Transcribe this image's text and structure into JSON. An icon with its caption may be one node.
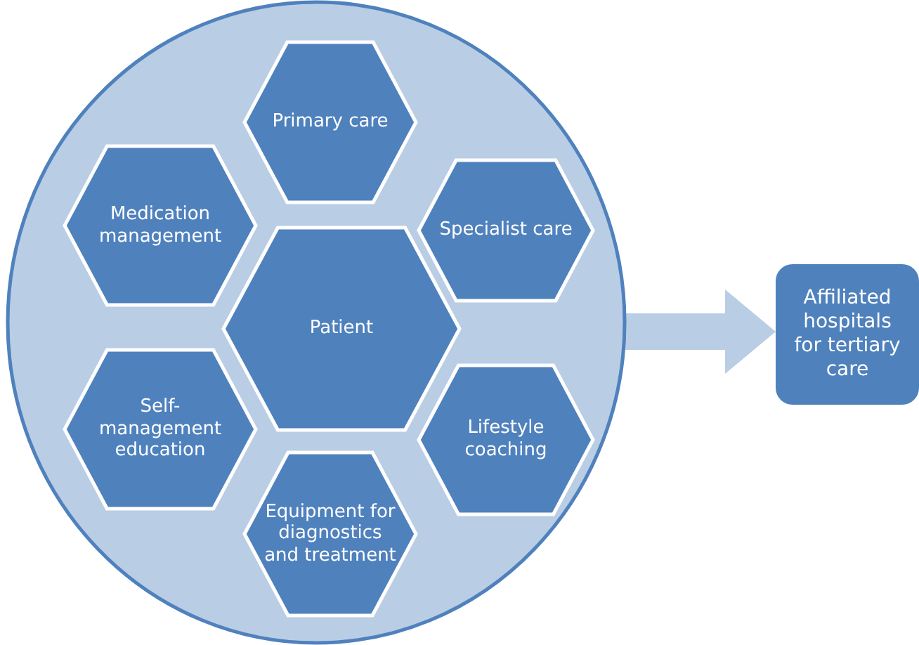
{
  "diagram": {
    "nodes": [
      {
        "text": [],
        "shape": "circle"
      },
      {
        "text": [
          "Primary care"
        ],
        "in": 0
      },
      {
        "text": [
          "Medication management"
        ],
        "in": 0
      },
      {
        "text": [
          "Specialist care"
        ],
        "in": 0
      },
      {
        "text": [
          "Patient"
        ],
        "in": 0
      },
      {
        "text": [
          "Self-management education"
        ],
        "in": 0
      },
      {
        "text": [
          "Lifestyle coaching"
        ],
        "in": 0
      },
      {
        "text": [
          "Equipment for diagnostics and treatment"
        ],
        "in": 0
      },
      {
        "text": [
          "Affiliated hospitals for tertiary care"
        ]
      }
    ],
    "edges": [
      {
        "from": 0,
        "to": 8,
        "arrow": "to",
        "style": "thick",
        "color": "#b9cde5"
      }
    ]
  }
}
